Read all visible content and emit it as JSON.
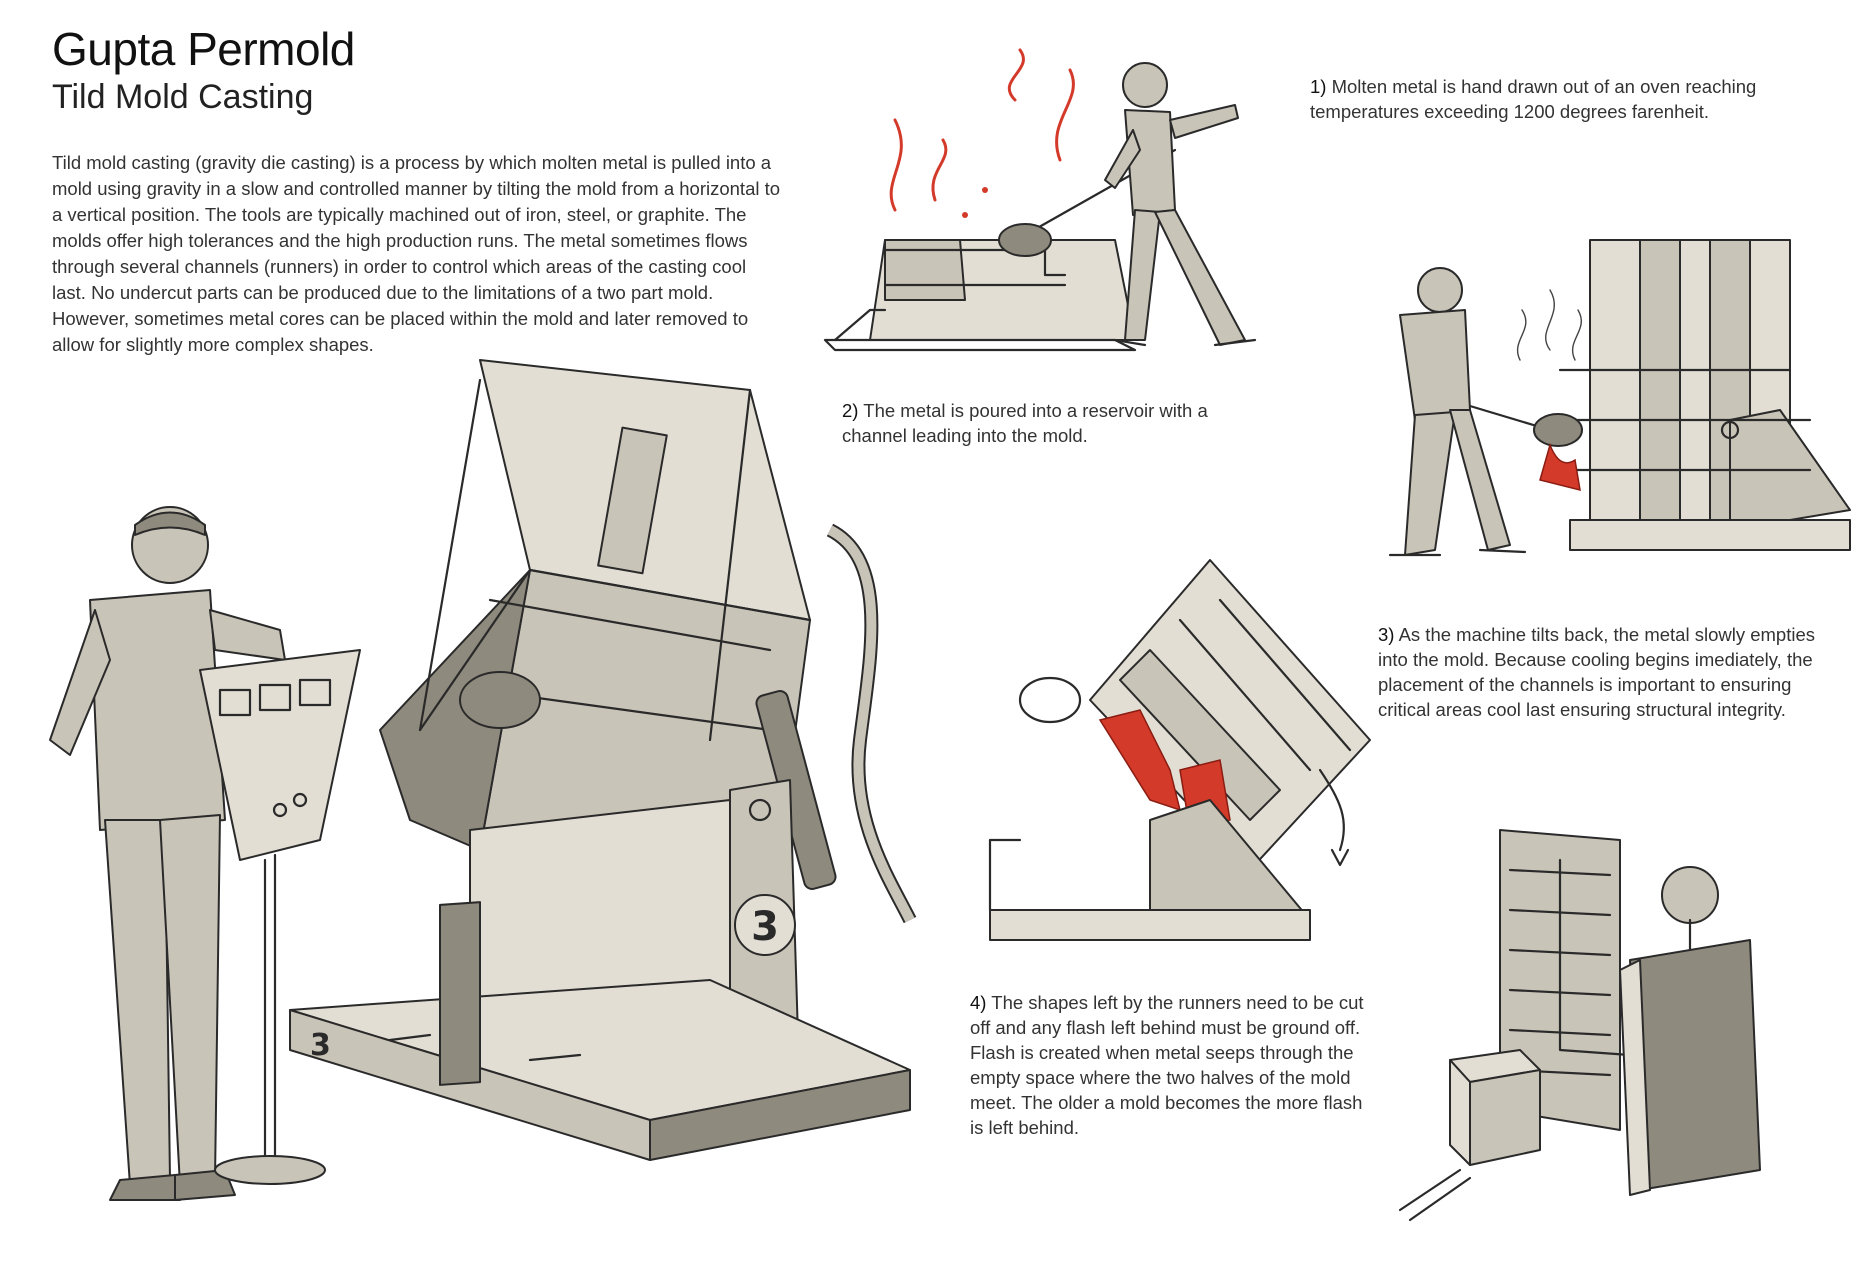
{
  "header": {
    "title": "Gupta Permold",
    "subtitle": "Tild Mold Casting"
  },
  "intro": {
    "text": "Tild mold casting (gravity die casting) is a process by which molten metal is pulled into a mold using gravity in a slow and controlled manner by tilting the mold from a horizontal to a vertical position. The tools are typically machined out of iron, steel, or graphite. The molds offer high tolerances and the high production runs. The metal sometimes flows through several channels (runners) in order to control which areas of the casting cool last. No undercut parts can be produced due to the limitations of a two part mold. However, sometimes metal cores can be placed within the mold and later removed to allow for slightly more complex shapes."
  },
  "steps": [
    {
      "number": "1)",
      "text": "Molten metal is hand drawn out of an oven reaching temperatures exceeding 1200 degrees farenheit."
    },
    {
      "number": "2)",
      "text": "The metal is poured into a reservoir with a channel leading into the mold."
    },
    {
      "number": "3)",
      "text": "As the machine tilts back, the metal slowly empties into the mold. Because cooling begins imediately, the placement of the channels is important to ensuring critical areas cool last ensuring structural integrity."
    },
    {
      "number": "4)",
      "text": "The shapes left by the runners need to be cut off and any flash left behind must be ground off. Flash is created when metal seeps through the empty space where the two halves of the mold meet. The older a mold becomes the more flash is left behind."
    }
  ],
  "machine": {
    "badge": "3"
  },
  "colors": {
    "ink": "#2a2a2a",
    "marker_tone": "#c9c4b8",
    "marker_dark": "#8f8a7e",
    "molten_metal": "#d43a2a"
  }
}
